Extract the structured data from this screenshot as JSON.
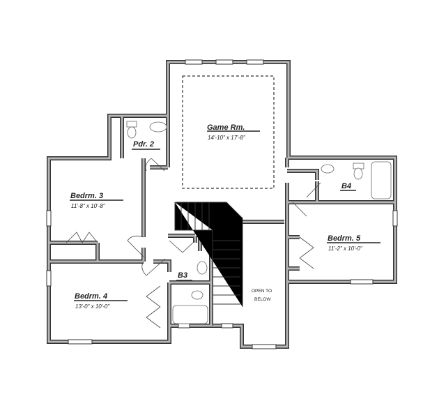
{
  "rooms": {
    "game": {
      "name": "Game Rm.",
      "size": "14'-10\" x 17'-8\""
    },
    "powder": {
      "name": "Pdr. 2"
    },
    "bed3": {
      "name": "Bedrm. 3",
      "size": "11'-8\" x 10'-8\""
    },
    "bed4": {
      "name": "Bedrm. 4",
      "size": "13'-0\" x 10'-0\""
    },
    "bed5": {
      "name": "Bedrm. 5",
      "size": "11'-2\" x 10'-0\""
    },
    "bath4": {
      "name": "B4"
    },
    "bath3": {
      "name": "B3"
    },
    "open": {
      "line1": "OPEN TO",
      "line2": "BELOW"
    }
  }
}
